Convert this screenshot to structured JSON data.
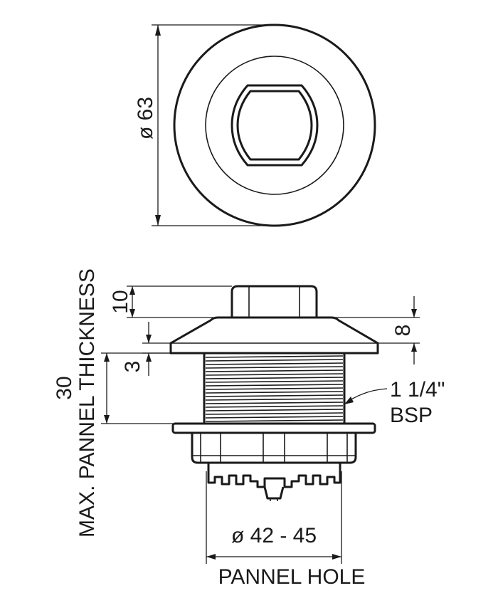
{
  "top_view": {
    "diameter_label": "ø 63"
  },
  "side_view": {
    "cap_height_label": "10",
    "flange_height_label": "8",
    "flange_gap_label": "3",
    "max_panel_value": "30",
    "max_panel_label": "MAX. PANNEL THICKNESS",
    "thread_size_label": "1 1/4\"",
    "thread_type_label": "BSP",
    "hole_diameter_label": "ø 42 - 45",
    "hole_caption": "PANNEL HOLE"
  }
}
